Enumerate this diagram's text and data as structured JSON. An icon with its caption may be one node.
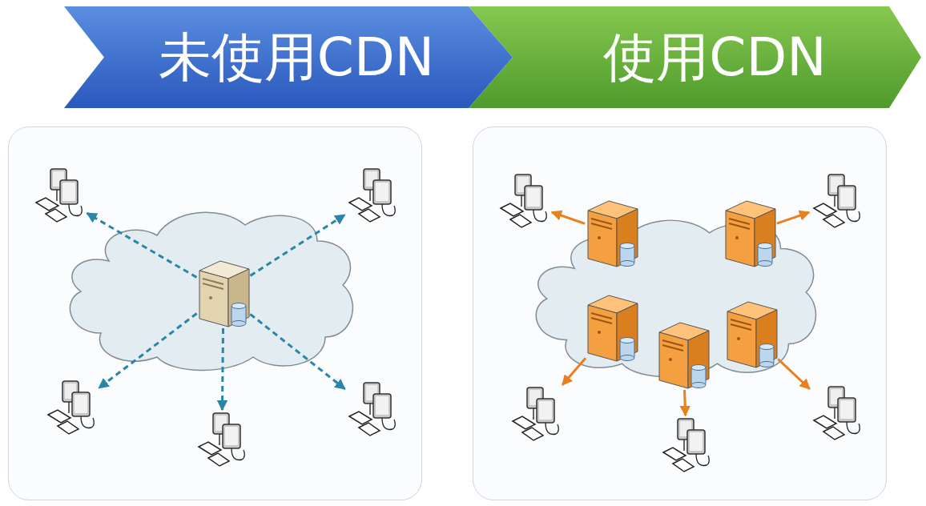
{
  "diagram": {
    "nodes": [
      {
        "text": [
          "未使用CDN"
        ]
      },
      {
        "text": [
          "使用CDN"
        ]
      },
      {
        "text": [],
        "shape": "box"
      },
      {
        "text": [],
        "shape": "cloud",
        "in": 2
      },
      {
        "text": [],
        "shape": "server",
        "in": 3
      },
      {
        "text": [],
        "shape": "computer",
        "in": 2
      },
      {
        "text": [],
        "shape": "computer",
        "in": 2
      },
      {
        "text": [],
        "shape": "computer",
        "in": 2
      },
      {
        "text": [],
        "shape": "computer",
        "in": 2
      },
      {
        "text": [],
        "shape": "computer",
        "in": 2
      },
      {
        "text": [],
        "shape": "box"
      },
      {
        "text": [],
        "shape": "cloud",
        "in": 10
      },
      {
        "text": [],
        "shape": "server",
        "in": 10
      },
      {
        "text": [],
        "shape": "server",
        "in": 10
      },
      {
        "text": [],
        "shape": "server",
        "in": 11
      },
      {
        "text": [],
        "shape": "server",
        "in": 10
      },
      {
        "text": [],
        "shape": "server",
        "in": 11
      },
      {
        "text": [],
        "shape": "computer",
        "in": 10
      },
      {
        "text": [],
        "shape": "computer",
        "in": 10
      },
      {
        "text": [],
        "shape": "computer",
        "in": 10
      },
      {
        "text": [],
        "shape": "computer",
        "in": 10
      },
      {
        "text": [],
        "shape": "computer",
        "in": 10
      }
    ],
    "edges": [
      {
        "from": 4,
        "to": 5,
        "arrow": "to",
        "style": "dashed",
        "color": "#2a86a8"
      },
      {
        "from": 4,
        "to": 6,
        "arrow": "to",
        "style": "dashed",
        "color": "#2a86a8"
      },
      {
        "from": 4,
        "to": 7,
        "arrow": "to",
        "style": "dashed",
        "color": "#2a86a8"
      },
      {
        "from": 4,
        "to": 8,
        "arrow": "to",
        "style": "dashed",
        "color": "#2a86a8"
      },
      {
        "from": 4,
        "to": 9,
        "arrow": "to",
        "style": "dashed",
        "color": "#2a86a8"
      },
      {
        "from": 12,
        "to": 17,
        "arrow": "to",
        "color": "#e8801e"
      },
      {
        "from": 13,
        "to": 18,
        "arrow": "to",
        "color": "#e8801e"
      },
      {
        "from": 14,
        "to": 19,
        "arrow": "to",
        "color": "#e8801e"
      },
      {
        "from": 15,
        "to": 20,
        "arrow": "to",
        "color": "#e8801e"
      },
      {
        "from": 16,
        "to": 21,
        "arrow": "to",
        "color": "#e8801e"
      }
    ]
  }
}
